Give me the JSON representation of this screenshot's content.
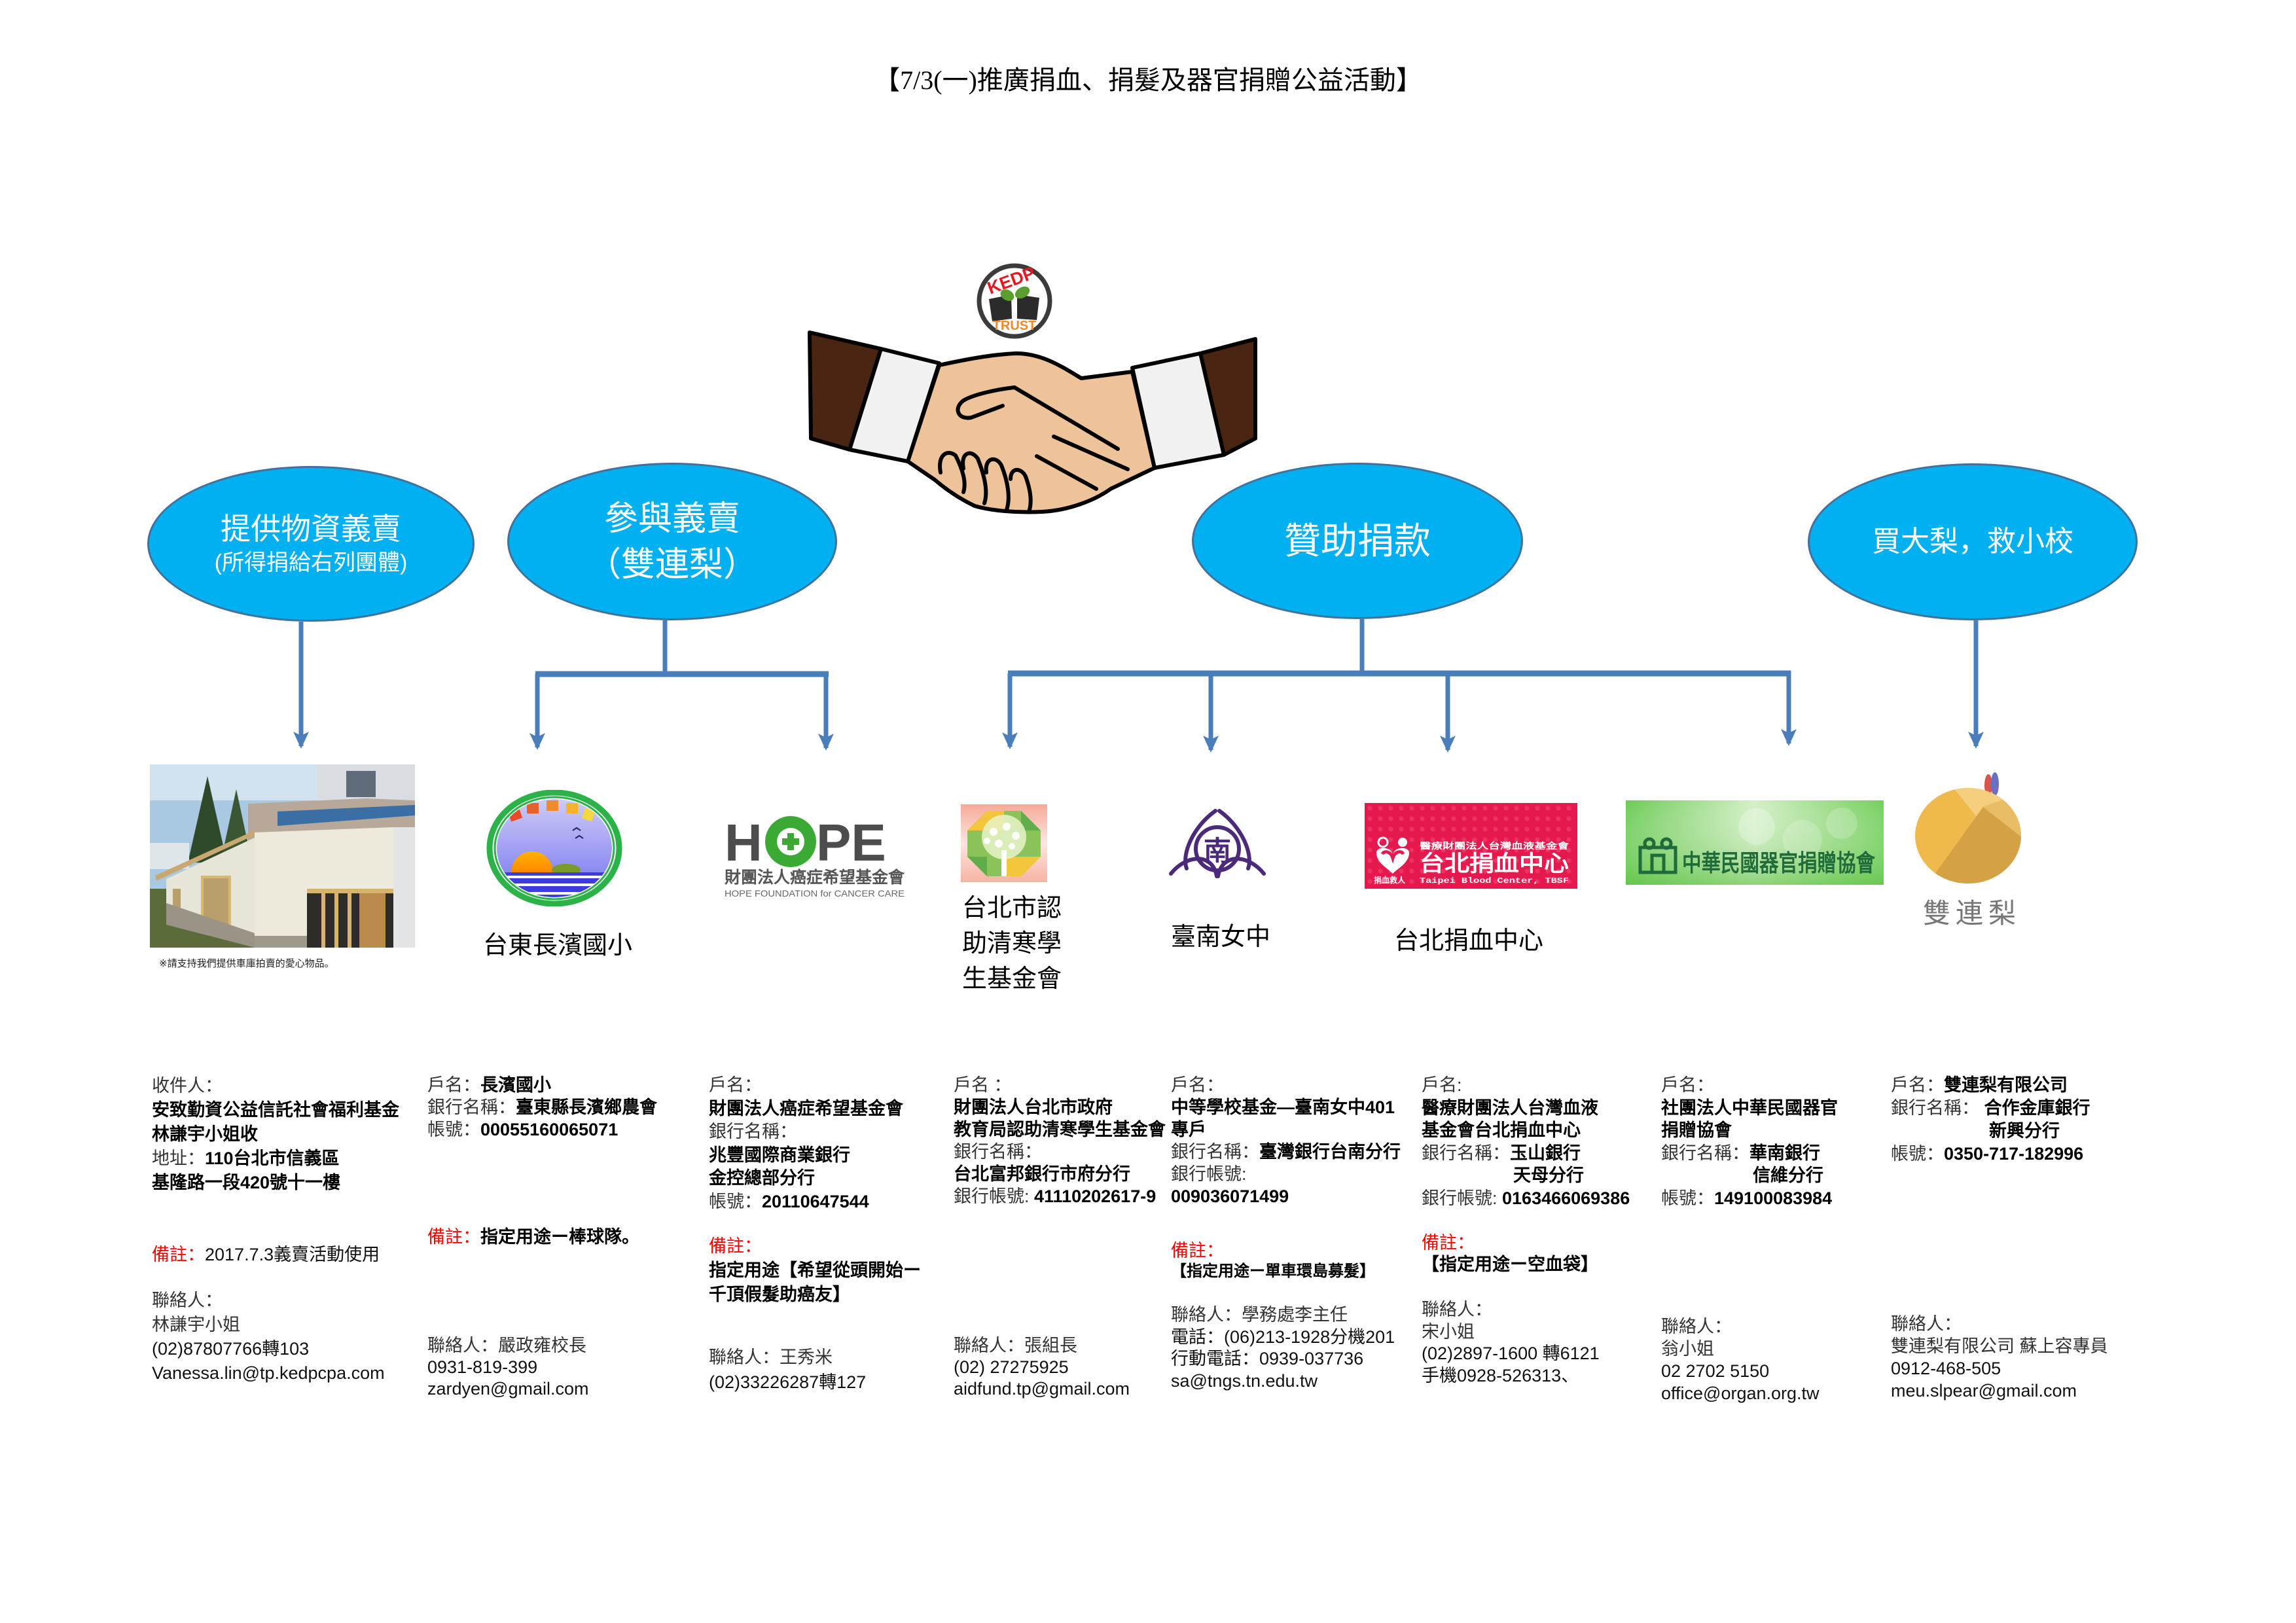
{
  "page": {
    "title": "【7/3(一)推廣捐血、捐髮及器官捐贈公益活動】"
  },
  "kedp_logo": {
    "top_text": "KEDP",
    "bottom_text": "TRUST"
  },
  "colors": {
    "ellipse_fill": "#00b0f0",
    "ellipse_border": "#41719c",
    "connector": "#4a7ebb",
    "remark_label": "#ff0000"
  },
  "categories": [
    {
      "line1": "提供物資義賣",
      "line2": "(所得捐給右列團體)"
    },
    {
      "line1": "參與義賣",
      "line2": "（雙連梨）"
    },
    {
      "line1": "贊助捐款"
    },
    {
      "line1": "買大梨，救小校"
    }
  ],
  "connections": [
    {
      "category": 0,
      "recipients": [
        0
      ]
    },
    {
      "category": 1,
      "recipients": [
        1,
        2
      ]
    },
    {
      "category": 2,
      "recipients": [
        3,
        4,
        5,
        6
      ]
    },
    {
      "category": 3,
      "recipients": [
        7
      ]
    }
  ],
  "recipients": [
    {
      "caption": "※請支持我們提供車庫拍賣的愛心物品。"
    },
    {
      "label": "台東長濱國小"
    },
    {
      "logo_word_start": "H",
      "logo_word_end": "PE",
      "logo_cn": "財團法人癌症希望基金會",
      "logo_en": "HOPE FOUNDATION for CANCER CARE"
    },
    {
      "label_lines": [
        "台北市認",
        "助清寒學",
        "生基金會"
      ]
    },
    {
      "label": "臺南女中",
      "logo_char": "南"
    },
    {
      "label": "台北捐血中心",
      "logo_org": "醫療財團法人台灣血液基金會",
      "logo_name": "台北捐血中心",
      "logo_en": "Taipei Blood Center, TBSF",
      "logo_slogan": "捐血救人"
    },
    {
      "logo_text": "中華民國器官捐贈協會"
    },
    {
      "label": "雙連梨"
    }
  ],
  "details": [
    {
      "account": [
        {
          "label": "收件人："
        },
        {
          "value": "安致勤資公益信託社會福利基金"
        },
        {
          "value": "林謙宇小姐收"
        },
        {
          "label": "地址：",
          "value": "110台北市信義區"
        },
        {
          "value": "基隆路一段420號十一樓"
        }
      ],
      "remark": {
        "label": "備註：",
        "lines": [
          "2017.7.3義賣活動使用"
        ]
      },
      "contact": [
        "聯絡人：",
        "林謙宇小姐",
        "(02)87807766轉103",
        "Vanessa.lin@tp.kedpcpa.com"
      ]
    },
    {
      "account": [
        {
          "label": "戶名：",
          "value": "長濱國小"
        },
        {
          "label": "銀行名稱：",
          "value": "臺東縣長濱鄉農會"
        },
        {
          "label": "帳號：",
          "value": "00055160065071"
        }
      ],
      "remark": {
        "label": "備註：",
        "lines": [
          "指定用途ー棒球隊。"
        ]
      },
      "contact": [
        "聯絡人：嚴政雍校長",
        "0931-819-399",
        "zardyen@gmail.com"
      ]
    },
    {
      "account": [
        {
          "label": "戶名："
        },
        {
          "value": "財團法人癌症希望基金會"
        },
        {
          "label": "銀行名稱："
        },
        {
          "value": "兆豐國際商業銀行"
        },
        {
          "value": "金控總部分行"
        },
        {
          "label": "帳號：",
          "value": "20110647544"
        }
      ],
      "remark": {
        "label": "備註：",
        "lines": [
          "指定用途【希望從頭開始ー",
          "千頂假髮助癌友】"
        ]
      },
      "contact": [
        "聯絡人：王秀米",
        "(02)33226287轉127"
      ]
    },
    {
      "account": [
        {
          "label": "戶名 ："
        },
        {
          "value": "財團法人台北市政府"
        },
        {
          "value": "教育局認助清寒學生基金會"
        },
        {
          "label": "銀行名稱："
        },
        {
          "value": "台北富邦銀行市府分行"
        },
        {
          "label": "銀行帳號: ",
          "value": "41110202617-9"
        }
      ],
      "contact": [
        "聯絡人：張組長",
        "(02) 27275925",
        "aidfund.tp@gmail.com"
      ]
    },
    {
      "account": [
        {
          "label": "戶名："
        },
        {
          "value": "中等學校基金—臺南女中401"
        },
        {
          "value": "專戶"
        },
        {
          "label": "銀行名稱：",
          "value": "臺灣銀行台南分行"
        },
        {
          "label": "銀行帳號:"
        },
        {
          "value": "009036071499"
        }
      ],
      "remark": {
        "label": "備註：",
        "lines": [
          "【指定用途ー單車環島募髮】"
        ]
      },
      "contact": [
        "聯絡人：學務處李主任",
        "電話：(06)213-1928分機201",
        "行動電話：0939-037736",
        "sa@tngs.tn.edu.tw"
      ]
    },
    {
      "account": [
        {
          "label": "戶名:"
        },
        {
          "value": "醫療財團法人台灣血液"
        },
        {
          "value": "基金會台北捐血中心"
        },
        {
          "label": "銀行名稱：",
          "value": "玉山銀行"
        },
        {
          "value": "天母分行"
        },
        {
          "label": "銀行帳號: ",
          "value": "0163466069386"
        }
      ],
      "remark": {
        "label": "備註：",
        "lines": [
          "【指定用途ー空血袋】"
        ]
      },
      "contact": [
        "聯絡人：",
        "宋小姐",
        "(02)2897-1600 轉6121",
        "手機0928-526313、"
      ]
    },
    {
      "account": [
        {
          "label": "戶名："
        },
        {
          "value": "社團法人中華民國器官"
        },
        {
          "value": "捐贈協會"
        },
        {
          "label": "銀行名稱：",
          "value": "華南銀行"
        },
        {
          "value": "信維分行"
        },
        {
          "label": "帳號：",
          "value": "149100083984"
        }
      ],
      "contact": [
        "聯絡人：",
        "翁小姐",
        "02 2702 5150",
        "office@organ.org.tw"
      ]
    },
    {
      "account": [
        {
          "label": "戶名：",
          "value": "雙連梨有限公司"
        },
        {
          "label": "銀行名稱： ",
          "value": "合作金庫銀行"
        },
        {
          "value": "新興分行"
        },
        {
          "label": "帳號：",
          "value": "0350-717-182996"
        }
      ],
      "contact": [
        "聯絡人：",
        "雙連梨有限公司 蘇上容專員",
        "0912-468-505",
        "meu.slpear@gmail.com"
      ]
    }
  ]
}
